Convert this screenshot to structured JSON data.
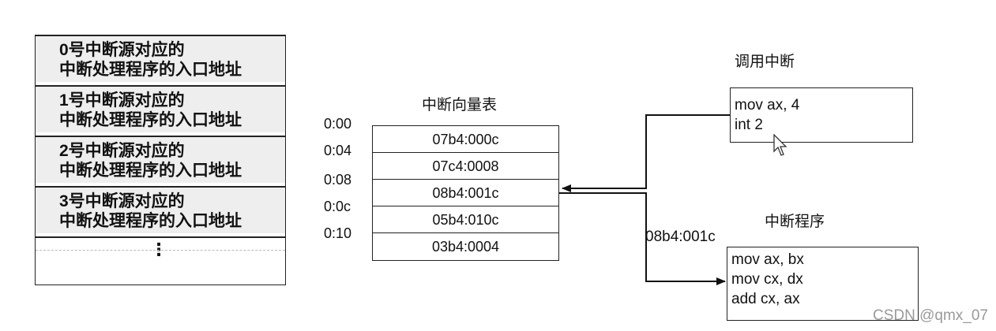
{
  "left_table": {
    "cells": [
      {
        "line1": "0号中断源对应的",
        "line2": "中断处理程序的入口地址"
      },
      {
        "line1": "1号中断源对应的",
        "line2": "中断处理程序的入口地址"
      },
      {
        "line1": "2号中断源对应的",
        "line2": "中断处理程序的入口地址"
      },
      {
        "line1": "3号中断源对应的",
        "line2": "中断处理程序的入口地址"
      }
    ],
    "ellipsis": "⋮"
  },
  "vector_table": {
    "title": "中断向量表",
    "addresses": [
      "0:00",
      "0:04",
      "0:08",
      "0:0c",
      "0:10"
    ],
    "entries": [
      "07b4:000c",
      "07c4:0008",
      "08b4:001c",
      "05b4:010c",
      "03b4:0004"
    ]
  },
  "call": {
    "title": "调用中断",
    "lines": [
      "mov ax, 4",
      "int 2"
    ]
  },
  "isr": {
    "title": "中断程序",
    "address_label": "08b4:001c",
    "lines": [
      "mov ax, bx",
      "mov cx, dx",
      "add cx, ax"
    ]
  },
  "watermark": "CSDN @qmx_07"
}
